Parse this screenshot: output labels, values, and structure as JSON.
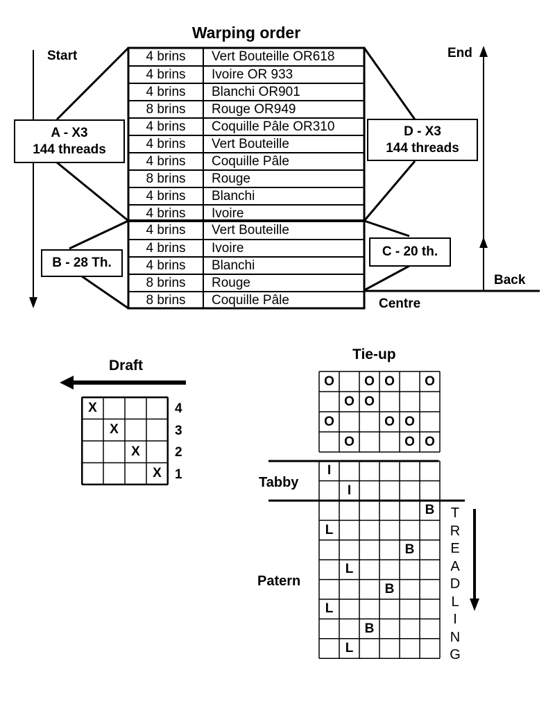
{
  "warping": {
    "title": "Warping order",
    "start": "Start",
    "end": "End",
    "back": "Back",
    "centre": "Centre",
    "section_a": {
      "line1": "A -  X3",
      "line2": "144 threads"
    },
    "section_d": {
      "line1": "D - X3",
      "line2": "144 threads"
    },
    "section_b": "B  - 28 Th.",
    "section_c": "C  - 20 th.",
    "rows": [
      {
        "count": "4 brins",
        "colour": "Vert Bouteille OR618"
      },
      {
        "count": "4 brins",
        "colour": "Ivoire OR 933"
      },
      {
        "count": "4 brins",
        "colour": "Blanchi OR901"
      },
      {
        "count": "8 brins",
        "colour": "Rouge OR949"
      },
      {
        "count": "4 brins",
        "colour": "Coquille Pâle OR310"
      },
      {
        "count": "4 brins",
        "colour": "Vert Bouteille"
      },
      {
        "count": "4 brins",
        "colour": "Coquille Pâle"
      },
      {
        "count": "8 brins",
        "colour": "Rouge"
      },
      {
        "count": "4 brins",
        "colour": "Blanchi"
      },
      {
        "count": "4 brins",
        "colour": "Ivoire"
      },
      {
        "count": "4 brins",
        "colour": "Vert Bouteille"
      },
      {
        "count": "4 brins",
        "colour": "Ivoire"
      },
      {
        "count": "4 brins",
        "colour": "Blanchi"
      },
      {
        "count": "8 brins",
        "colour": "Rouge"
      },
      {
        "count": "8 brins",
        "colour": "Coquille Pâle"
      }
    ]
  },
  "draft": {
    "title": "Draft",
    "shafts": [
      "4",
      "3",
      "2",
      "1"
    ],
    "grid": [
      [
        "X",
        "",
        "",
        ""
      ],
      [
        "",
        "X",
        "",
        ""
      ],
      [
        "",
        "",
        "X",
        ""
      ],
      [
        "",
        "",
        "",
        "X"
      ]
    ]
  },
  "tieup": {
    "title": "Tie-up",
    "grid": [
      [
        "O",
        "",
        "O",
        "O",
        "",
        "O"
      ],
      [
        "",
        "O",
        "O",
        "",
        "",
        ""
      ],
      [
        "O",
        "",
        "",
        "O",
        "O",
        ""
      ],
      [
        "",
        "O",
        "",
        "",
        "O",
        "O"
      ]
    ]
  },
  "treadling": {
    "tabby_label": "Tabby",
    "pattern_label": "Patern",
    "vertical_label": "TREADLING",
    "tabby": [
      [
        "I",
        "",
        "",
        "",
        "",
        ""
      ],
      [
        "",
        "I",
        "",
        "",
        "",
        ""
      ]
    ],
    "pattern": [
      [
        "",
        "",
        "",
        "",
        "",
        "B"
      ],
      [
        "L",
        "",
        "",
        "",
        "",
        ""
      ],
      [
        "",
        "",
        "",
        "",
        "B",
        ""
      ],
      [
        "",
        "L",
        "",
        "",
        "",
        ""
      ],
      [
        "",
        "",
        "",
        "B",
        "",
        ""
      ],
      [
        "L",
        "",
        "",
        "",
        "",
        ""
      ],
      [
        "",
        "",
        "B",
        "",
        "",
        ""
      ],
      [
        "",
        "L",
        "",
        "",
        "",
        ""
      ]
    ]
  }
}
